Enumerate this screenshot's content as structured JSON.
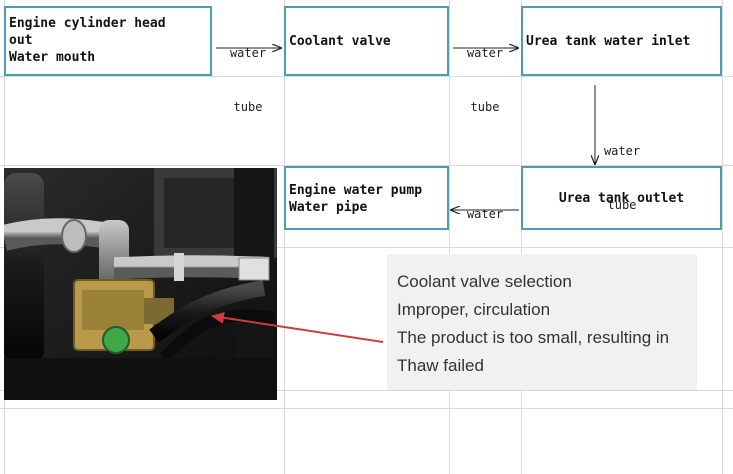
{
  "nodes": {
    "engine_head": {
      "lines": [
        "Engine cylinder head",
        "out",
        "Water mouth"
      ]
    },
    "coolant_valve": {
      "lines": [
        "Coolant valve"
      ]
    },
    "urea_inlet": {
      "lines": [
        "Urea tank water inlet"
      ]
    },
    "urea_outlet": {
      "lines": [
        "Urea tank outlet"
      ]
    },
    "engine_pump": {
      "lines": [
        "Engine water pump",
        "Water pipe"
      ]
    }
  },
  "edges": {
    "head_to_valve": {
      "label": [
        "water",
        "tube"
      ]
    },
    "valve_to_inlet": {
      "label": [
        "water",
        "tube"
      ]
    },
    "inlet_to_outlet": {
      "label": [
        "water",
        "tube"
      ]
    },
    "outlet_to_pump": {
      "label": [
        "water",
        "tube"
      ]
    }
  },
  "note": {
    "lines": [
      "Coolant valve selection",
      "Improper, circulation",
      "The product is too small, resulting in",
      "Thaw failed"
    ]
  },
  "colors": {
    "box_border": "#4a9fae",
    "callout_arrow": "#d13a3a",
    "note_background": "#f1f1f1"
  }
}
